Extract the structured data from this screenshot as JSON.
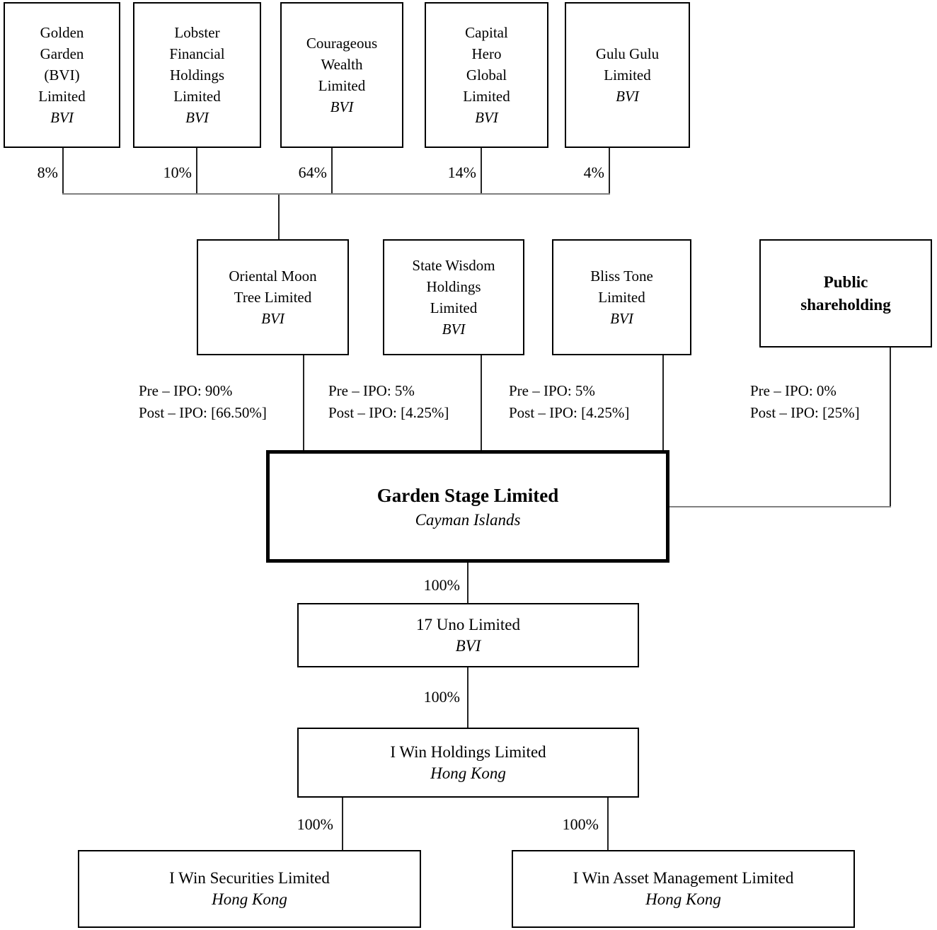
{
  "diagram_type": "corporate-shareholding-structure",
  "nodes": {
    "golden_garden": {
      "name_lines": [
        "Golden",
        "Garden",
        "(BVI)",
        "Limited"
      ],
      "jurisdiction": "BVI"
    },
    "lobster": {
      "name_lines": [
        "Lobster",
        "Financial",
        "Holdings",
        "Limited"
      ],
      "jurisdiction": "BVI"
    },
    "courageous": {
      "name_lines": [
        "Courageous",
        "Wealth",
        "Limited"
      ],
      "jurisdiction": "BVI"
    },
    "capital_hero": {
      "name_lines": [
        "Capital",
        "Hero",
        "Global",
        "Limited"
      ],
      "jurisdiction": "BVI"
    },
    "gulu_gulu": {
      "name_lines": [
        "Gulu Gulu",
        "Limited"
      ],
      "jurisdiction": "BVI"
    },
    "oriental_moon": {
      "name_lines": [
        "Oriental Moon",
        "Tree Limited"
      ],
      "jurisdiction": "BVI"
    },
    "state_wisdom": {
      "name_lines": [
        "State Wisdom",
        "Holdings",
        "Limited"
      ],
      "jurisdiction": "BVI"
    },
    "bliss_tone": {
      "name_lines": [
        "Bliss Tone",
        "Limited"
      ],
      "jurisdiction": "BVI"
    },
    "public_shareholding": {
      "name_lines": [
        "Public",
        "shareholding"
      ]
    },
    "garden_stage": {
      "name": "Garden Stage Limited",
      "jurisdiction": "Cayman Islands"
    },
    "uno17": {
      "name": "17 Uno Limited",
      "jurisdiction": "BVI"
    },
    "iwin_holdings": {
      "name": "I Win Holdings Limited",
      "jurisdiction": "Hong Kong"
    },
    "iwin_securities": {
      "name": "I Win Securities Limited",
      "jurisdiction": "Hong Kong"
    },
    "iwin_asset": {
      "name": "I Win Asset Management Limited",
      "jurisdiction": "Hong Kong"
    }
  },
  "ownership_percentages": {
    "golden_garden_to_oriental": "8%",
    "lobster_to_oriental": "10%",
    "courageous_to_oriental": "64%",
    "capital_hero_to_oriental": "14%",
    "gulu_gulu_to_oriental": "4%",
    "garden_stage_to_uno17": "100%",
    "uno17_to_iwin_holdings": "100%",
    "iwin_holdings_to_iwin_securities": "100%",
    "iwin_holdings_to_iwin_asset": "100%"
  },
  "ipo_labels": {
    "oriental_moon": {
      "pre": "Pre – IPO: 90%",
      "post": "Post – IPO: [66.50%]"
    },
    "state_wisdom": {
      "pre": "Pre – IPO: 5%",
      "post": "Post – IPO: [4.25%]"
    },
    "bliss_tone": {
      "pre": "Pre – IPO: 5%",
      "post": "Post – IPO: [4.25%]"
    },
    "public_shareholding": {
      "pre": "Pre – IPO: 0%",
      "post": "Post – IPO: [25%]"
    }
  },
  "colors": {
    "background": "#ffffff",
    "box_border": "#000000",
    "text": "#000000",
    "connector": "#222222",
    "bus_line": "#808080"
  }
}
